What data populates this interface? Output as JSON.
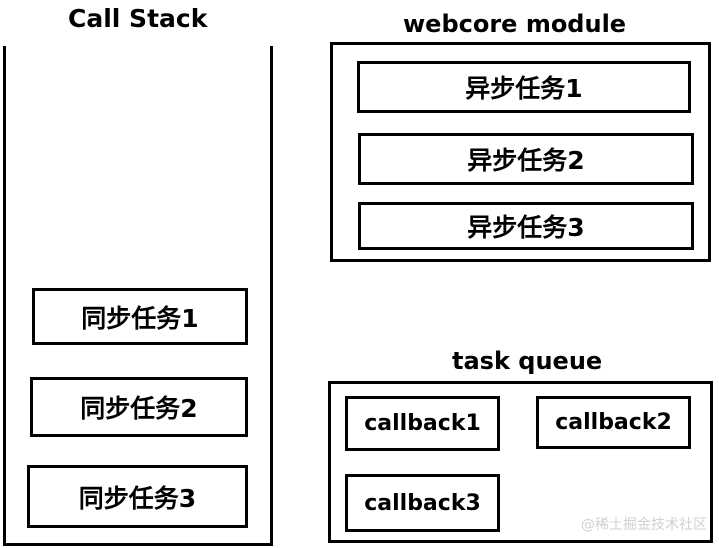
{
  "call_stack": {
    "title": "Call Stack",
    "items": [
      "同步任务1",
      "同步任务2",
      "同步任务3"
    ]
  },
  "webcore": {
    "title": "webcore module",
    "items": [
      "异步任务1",
      "异步任务2",
      "异步任务3"
    ]
  },
  "task_queue": {
    "title": "task queue",
    "items": [
      "callback1",
      "callback2",
      "callback3"
    ]
  },
  "watermark": "@稀土掘金技术社区"
}
